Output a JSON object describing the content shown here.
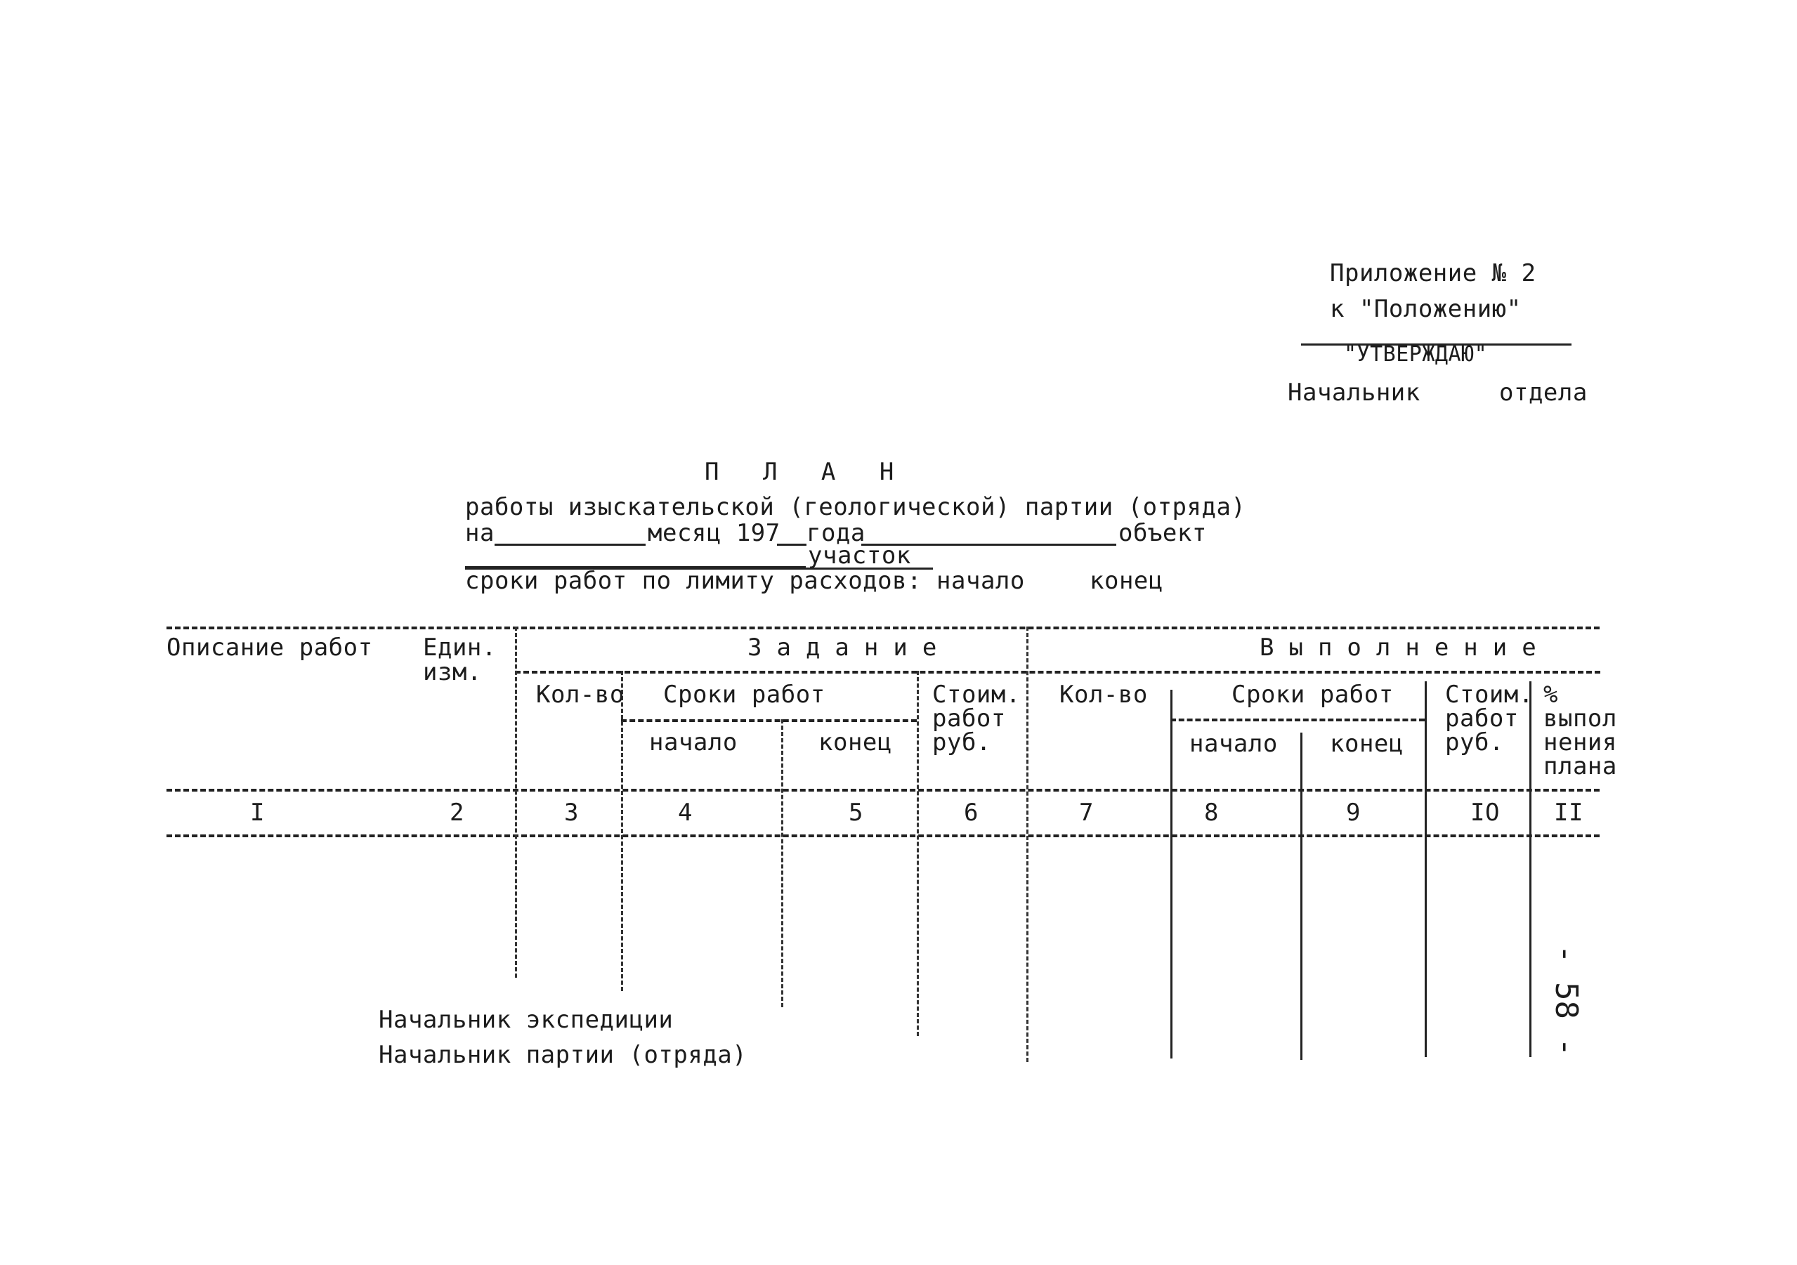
{
  "header": {
    "appendix": "Приложение № 2",
    "to_regulation": "к \"Положению\"",
    "approve": "\"УТВЕРЖДАЮ\"",
    "head_label": "Начальник",
    "dept_label": "отдела"
  },
  "title": {
    "plan": "П Л А Н",
    "line1": "работы изыскательской (геологической) партии (отряда)",
    "line2_na": "на",
    "line2_month": "месяц 197",
    "line2_year": "года",
    "line2_object": "объект",
    "line3_section": "участок",
    "line4": "сроки работ по лимиту расходов: начало",
    "line4_end": "конец"
  },
  "table": {
    "col_description": "Описание работ",
    "col_unit_1": "Един.",
    "col_unit_2": "изм.",
    "group_task": "Задание",
    "group_execution": "Выполнение",
    "qty": "Кол-во",
    "terms": "Сроки работ",
    "start": "начало",
    "end": "конец",
    "cost_1": "Стоим.",
    "cost_2": "работ",
    "cost_3": "руб.",
    "pct_1": "%",
    "pct_2": "выпол",
    "pct_3": "нения",
    "pct_4": "плана",
    "numbers": [
      "I",
      "2",
      "3",
      "4",
      "5",
      "6",
      "7",
      "8",
      "9",
      "IO",
      "II"
    ]
  },
  "signatures": {
    "expedition_head": "Начальник экспедиции",
    "party_head": "Начальник партии (отряда)"
  },
  "page_number": "- 58 -"
}
